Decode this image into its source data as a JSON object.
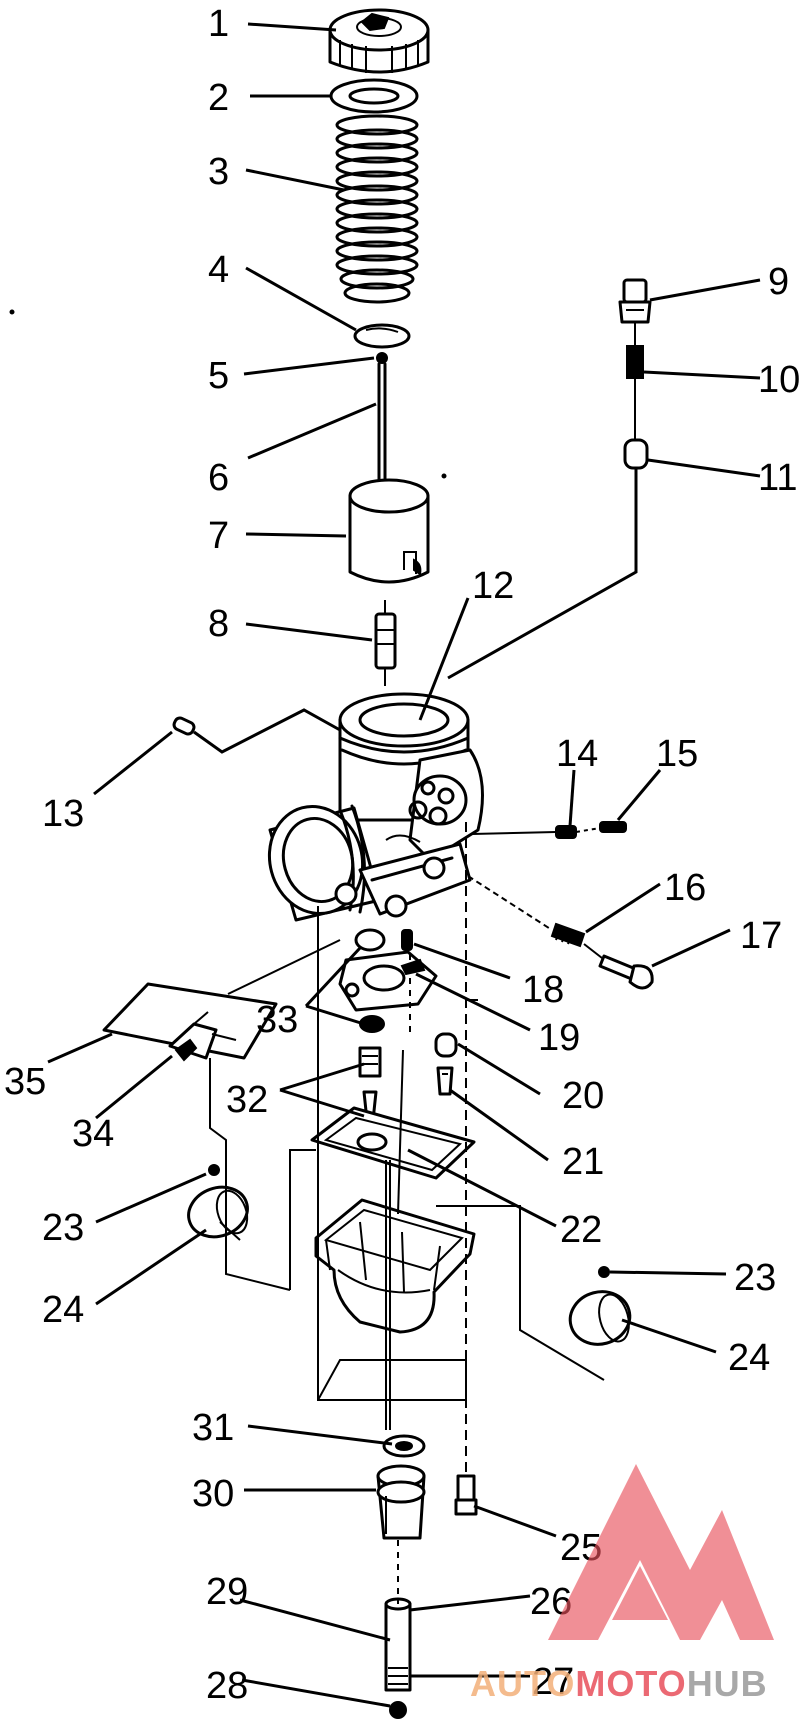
{
  "callouts": [
    "1",
    "2",
    "3",
    "4",
    "5",
    "6",
    "7",
    "8",
    "9",
    "10",
    "11",
    "12",
    "13",
    "14",
    "15",
    "16",
    "17",
    "18",
    "19",
    "20",
    "21",
    "22",
    "23",
    "24",
    "25",
    "26",
    "27",
    "28",
    "29",
    "30",
    "31",
    "32",
    "33",
    "34",
    "35"
  ],
  "watermark": {
    "text_a": "AUTO",
    "text_b": "MOTO",
    "text_c": "HUB",
    "colors": {
      "triangle": "#e8505b",
      "auto": "#f3b07a",
      "moto": "#e8505b",
      "hub": "#9a9a9a"
    }
  }
}
